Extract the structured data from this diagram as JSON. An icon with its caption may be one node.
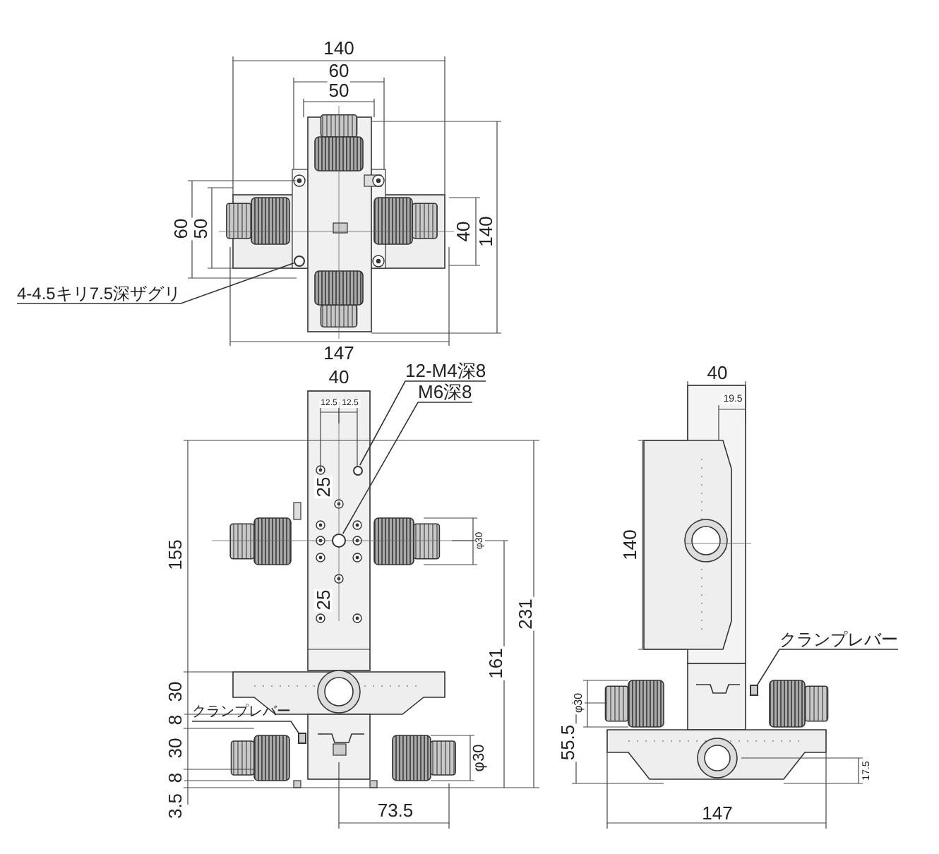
{
  "diagram": {
    "nodes": [
      {
        "text": [
          "4-4.5キリ7.5深ザグリ"
        ]
      },
      {
        "text": [],
        "shape": "circle"
      },
      {
        "text": [
          "12-M4深8"
        ]
      },
      {
        "text": [],
        "shape": "circle"
      },
      {
        "text": [
          "M6深8"
        ]
      },
      {
        "text": [],
        "shape": "circle"
      },
      {
        "text": [
          "クランプレバー"
        ]
      },
      {
        "text": [],
        "shape": "box"
      },
      {
        "text": [
          "クランプレバー"
        ]
      },
      {
        "text": [],
        "shape": "box"
      }
    ],
    "edges": [
      {
        "from": 0,
        "to": 1,
        "arrow": "none"
      },
      {
        "from": 2,
        "to": 3,
        "arrow": "none"
      },
      {
        "from": 4,
        "to": 5,
        "arrow": "none"
      },
      {
        "from": 6,
        "to": 7,
        "arrow": "none"
      },
      {
        "from": 8,
        "to": 9,
        "arrow": "none"
      }
    ],
    "labels": [
      "140",
      "60",
      "50",
      "60",
      "50",
      "40",
      "140",
      "147",
      "40",
      "12.5",
      "12.5",
      "25",
      "φ30",
      "155",
      "25",
      "231",
      "161",
      "30",
      "8",
      "30",
      "8",
      "φ30",
      "3.5",
      "73.5",
      "40",
      "19.5",
      "140",
      "φ30",
      "55.5",
      "17.5",
      "147"
    ]
  }
}
